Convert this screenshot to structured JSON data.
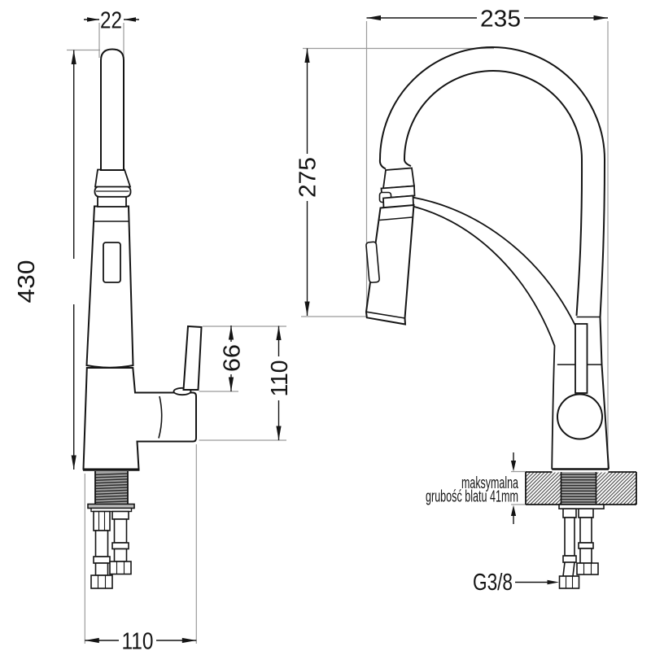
{
  "drawing": {
    "background": "#ffffff",
    "line_color": "#141414",
    "ext_line_color": "#9b9b9b",
    "views": {
      "front_view": "faucet front view",
      "side_view": "faucet side view"
    },
    "dimensions": {
      "spout_width": "22",
      "total_height": "430",
      "handle_height": "66",
      "body_height": "110",
      "base_depth": "110",
      "spout_reach": "235",
      "spout_drop": "275"
    },
    "annotations": {
      "countertop_note_line1": "maksymalna",
      "countertop_note_line2": "grubość blatu 41mm",
      "connection_thread": "G3/8"
    }
  }
}
